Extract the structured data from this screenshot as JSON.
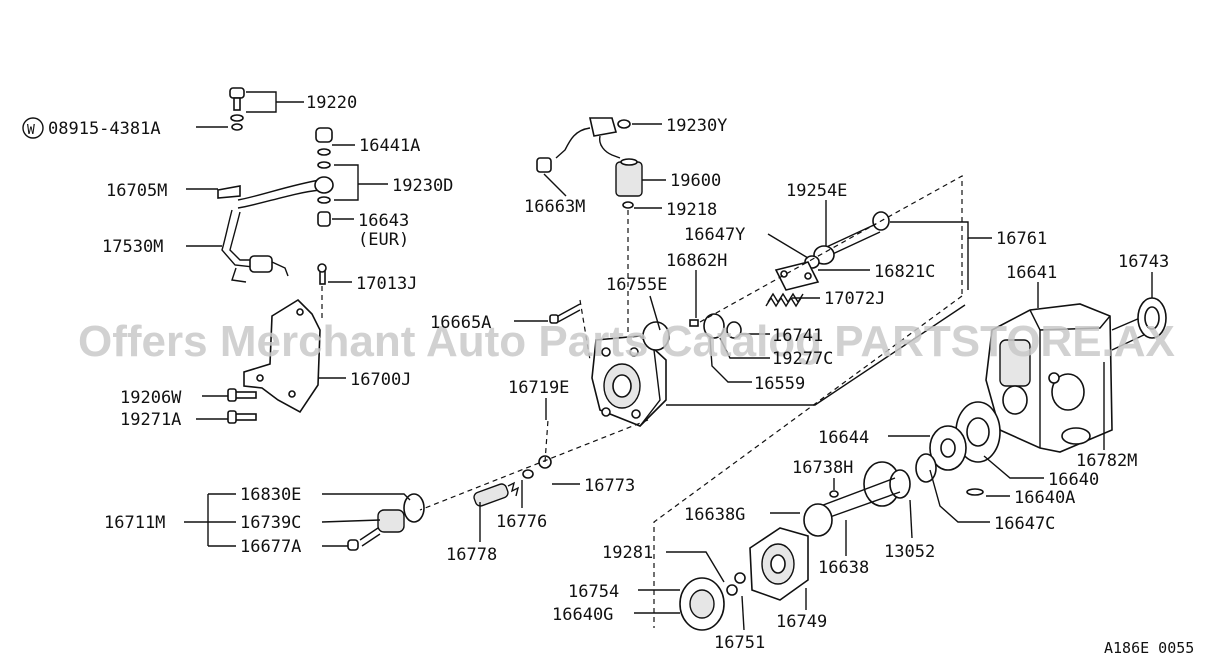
{
  "watermark": "Offers Merchant Auto Parts Catalog PARTSTORE.AX",
  "diagram_code": "A186E 0055",
  "labels": {
    "p19220": "19220",
    "p08915": "08915-4381A",
    "p16441A": "16441A",
    "p19230D": "19230D",
    "p16705M": "16705M",
    "p16643": "16643",
    "p16643_eur": "(EUR)",
    "p17530M": "17530M",
    "p17013J": "17013J",
    "p16700J": "16700J",
    "p19206W": "19206W",
    "p19271A": "19271A",
    "p19230Y": "19230Y",
    "p16663M": "16663M",
    "p19600": "19600",
    "p19218": "19218",
    "p19254E": "19254E",
    "p16647Y": "16647Y",
    "p16761": "16761",
    "p16862H": "16862H",
    "p16821C": "16821C",
    "p16755E": "16755E",
    "p17072J": "17072J",
    "p16665A": "16665A",
    "p16741": "16741",
    "p19277C": "19277C",
    "p16559": "16559",
    "p16641": "16641",
    "p16743": "16743",
    "p16719E": "16719E",
    "p16782M": "16782M",
    "p16644": "16644",
    "p16640": "16640",
    "p16738H": "16738H",
    "p16640A": "16640A",
    "p16773": "16773",
    "p16830E": "16830E",
    "p16711M": "16711M",
    "p16739C": "16739C",
    "p16677A": "16677A",
    "p16776": "16776",
    "p16778": "16778",
    "p16638G": "16638G",
    "p16647C": "16647C",
    "p19281": "19281",
    "p13052": "13052",
    "p16638": "16638",
    "p16754": "16754",
    "p16640G": "16640G",
    "p16749": "16749",
    "p16751": "16751",
    "washer_symbol": "W"
  }
}
